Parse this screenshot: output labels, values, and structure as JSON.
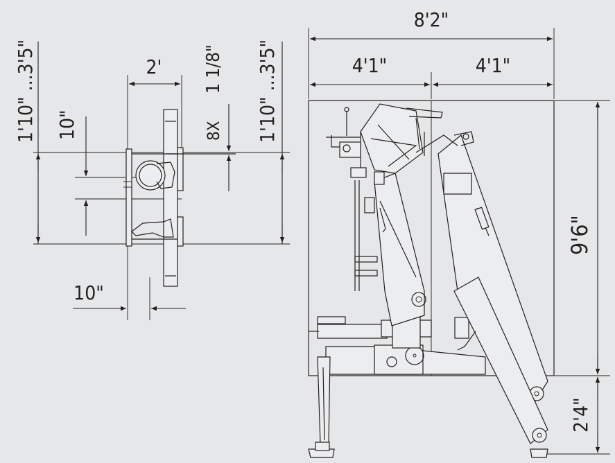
{
  "colors": {
    "background": "#e6e7e8",
    "ink": "#231f20"
  },
  "left_view": {
    "dim_height_left": "1'10\" ...3'5\"",
    "dim_10_vertical": "10\"",
    "dim_width_top": "2'",
    "dim_bolt_count": "8X",
    "dim_bolt_size": "1 1/8\"",
    "dim_height_right": "1'10\" ...3'5\"",
    "dim_10_horizontal": "10\""
  },
  "right_view": {
    "dim_total_width": "8'2\"",
    "dim_half_left": "4'1\"",
    "dim_half_right": "4'1\"",
    "dim_height": "9'6\"",
    "dim_leg": "2'4\""
  }
}
